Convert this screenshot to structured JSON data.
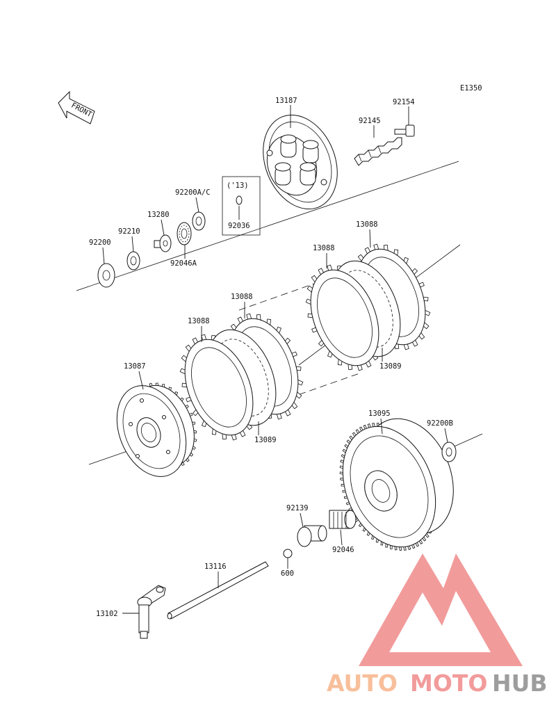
{
  "diagram_code": "E1350",
  "front_label": "FRONT",
  "parts": {
    "p13187": "13187",
    "p92154": "92154",
    "p92145": "92145",
    "p92200ac": "92200A/C",
    "p13": "('13)",
    "p92036": "92036",
    "p13280": "13280",
    "p92210": "92210",
    "p92200": "92200",
    "p92046a": "92046A",
    "p13088_a": "13088",
    "p13088_b": "13088",
    "p13088_c": "13088",
    "p13088_d": "13088",
    "p13089_a": "13089",
    "p13089_b": "13089",
    "p13087": "13087",
    "p13095": "13095",
    "p92200b": "92200B",
    "p92139": "92139",
    "p92046": "92046",
    "p600": "600",
    "p13116": "13116",
    "p13102": "13102"
  },
  "watermark": {
    "part1": "AUTO",
    "part2": "MOTO",
    "part3": "HUB",
    "colors": {
      "orange": "#f7b58a",
      "red": "#f08a8a",
      "gray": "#8c8c8c"
    }
  }
}
